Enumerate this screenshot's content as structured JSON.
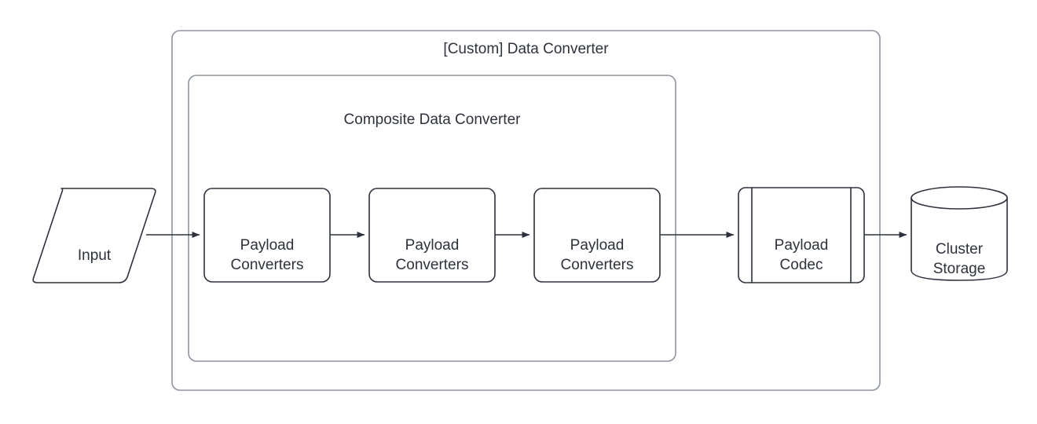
{
  "diagram": {
    "title": "[Custom] Data Converter",
    "background_color": "#ffffff",
    "shape_stroke_color": "#2d323c",
    "container_stroke_color": "#8d939f",
    "text_color": "#2d323c",
    "outer_container": {
      "label": "[Custom] Data Converter",
      "shape": "rounded-rectangle"
    },
    "inner_container": {
      "label": "Composite Data Converter",
      "shape": "rounded-rectangle"
    },
    "nodes": [
      {
        "id": "input",
        "label": "Input",
        "shape": "parallelogram"
      },
      {
        "id": "payload-converters-1",
        "label": "Payload\nConverters",
        "shape": "rounded-rectangle"
      },
      {
        "id": "payload-converters-2",
        "label": "Payload\nConverters",
        "shape": "rounded-rectangle"
      },
      {
        "id": "payload-converters-3",
        "label": "Payload\nConverters",
        "shape": "rounded-rectangle"
      },
      {
        "id": "payload-codec",
        "label": "Payload\nCodec",
        "shape": "process"
      },
      {
        "id": "cluster-storage",
        "label": "Cluster\nStorage",
        "shape": "cylinder"
      }
    ],
    "edges": [
      {
        "from": "input",
        "to": "payload-converters-1",
        "style": "arrow"
      },
      {
        "from": "payload-converters-1",
        "to": "payload-converters-2",
        "style": "arrow"
      },
      {
        "from": "payload-converters-2",
        "to": "payload-converters-3",
        "style": "arrow"
      },
      {
        "from": "payload-converters-3",
        "to": "payload-codec",
        "style": "arrow"
      },
      {
        "from": "payload-codec",
        "to": "cluster-storage",
        "style": "arrow"
      }
    ]
  }
}
